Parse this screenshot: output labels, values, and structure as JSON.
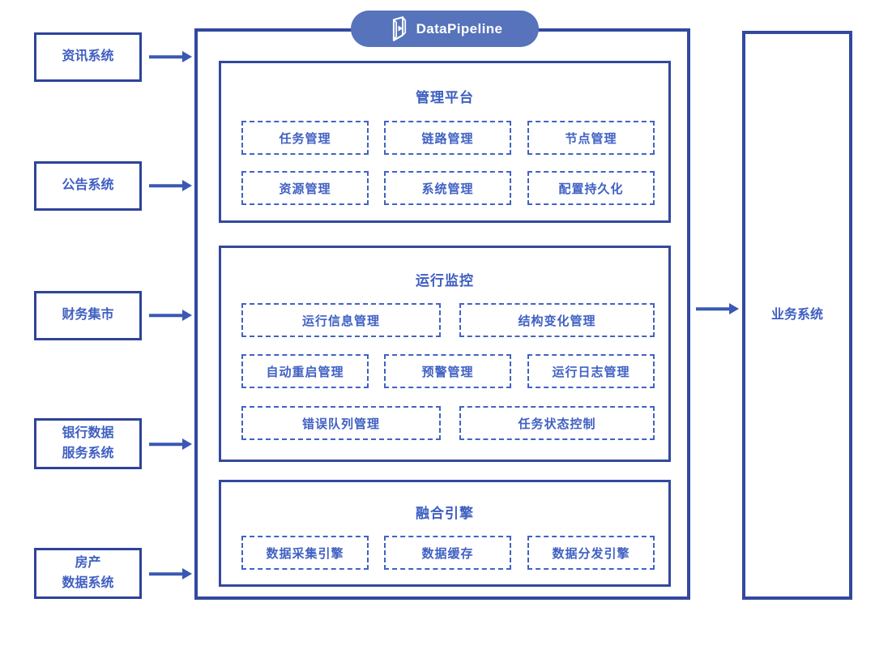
{
  "brand": {
    "name": "DataPipeline",
    "logo_icon": "datapipeline-prism-icon",
    "pill_color": "#5673bb"
  },
  "colors": {
    "solid_border": "#2e439b",
    "frame_border": "#33499f",
    "dashed_border": "#4263c4",
    "text_blue": "#3d5ec0",
    "arrow": "#3a58b4",
    "background": "#ffffff"
  },
  "source_systems": [
    {
      "label": "资讯系统"
    },
    {
      "label": "公告系统"
    },
    {
      "label": "财务集市"
    },
    {
      "label": "银行数据\n服务系统"
    },
    {
      "label": "房产\n数据系统"
    }
  ],
  "platform": {
    "management": {
      "title": "管理平台",
      "modules": [
        "任务管理",
        "链路管理",
        "节点管理",
        "资源管理",
        "系统管理",
        "配置持久化"
      ]
    },
    "monitoring": {
      "title": "运行监控",
      "row1_wide": [
        "运行信息管理",
        "结构变化管理"
      ],
      "row2": [
        "自动重启管理",
        "预警管理",
        "运行日志管理"
      ],
      "row3_wide": [
        "错误队列管理",
        "任务状态控制"
      ]
    },
    "engine": {
      "title": "融合引擎",
      "modules": [
        "数据采集引擎",
        "数据缓存",
        "数据分发引擎"
      ]
    }
  },
  "target_system": {
    "label": "业务系统"
  }
}
